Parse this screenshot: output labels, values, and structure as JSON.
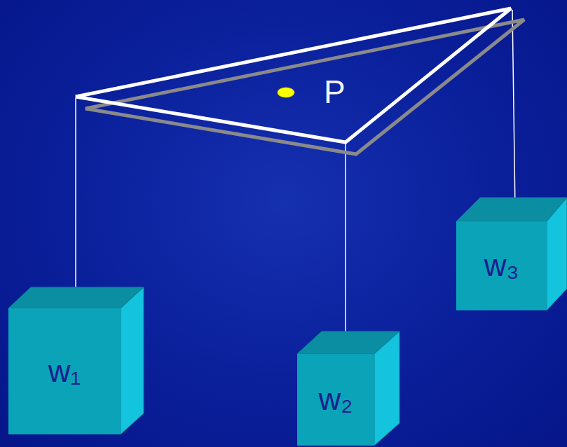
{
  "diagram": {
    "nodes": [
      {
        "text": [
          "w₁"
        ]
      },
      {
        "text": [
          "w₂"
        ]
      },
      {
        "text": [
          "w₃"
        ]
      }
    ],
    "labels": [
      "P"
    ]
  }
}
